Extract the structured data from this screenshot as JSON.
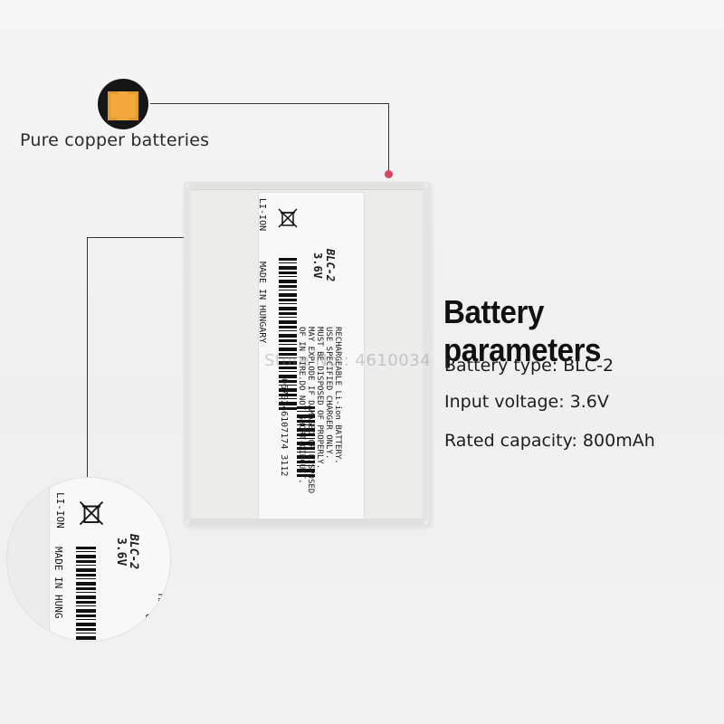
{
  "feature": {
    "icon": "copper-contacts-icon",
    "label": "Pure copper batteries"
  },
  "battery_label": {
    "chemistry": "LI-ION",
    "model": "BLC-2",
    "voltage": "3.6V",
    "origin": "MADE IN HUNGARY",
    "serial": "0670246107174 3112",
    "warning_lines": [
      "RECHARGEABLE Li-ion BATTERY.",
      "USE SPECIFIED CHARGER ONLY.",
      "MUST BE DISPOSED OF PROPERLY.",
      "MAY EXPLODE IF DAMAGED OR DISPOSED",
      "OF IN FIRE.DO NOT SHORT-CIRCUIT."
    ]
  },
  "watermark": "Store No.: 4610034",
  "specs": {
    "title": "Battery parameters",
    "items": [
      "Battery type: BLC-2",
      "Input voltage: 3.6V",
      "Rated capacity: 800mAh"
    ]
  },
  "zoom_label": {
    "chemistry": "LI-ION",
    "model": "BLC-2",
    "voltage": "3.6V",
    "origin": "MADE IN HUNG",
    "warning_partial": [
      "MAY EX",
      "OF IN"
    ]
  },
  "colors": {
    "copper": "#f2a93b",
    "callout_dot": "#d9455f",
    "badge_bg": "#161616"
  }
}
